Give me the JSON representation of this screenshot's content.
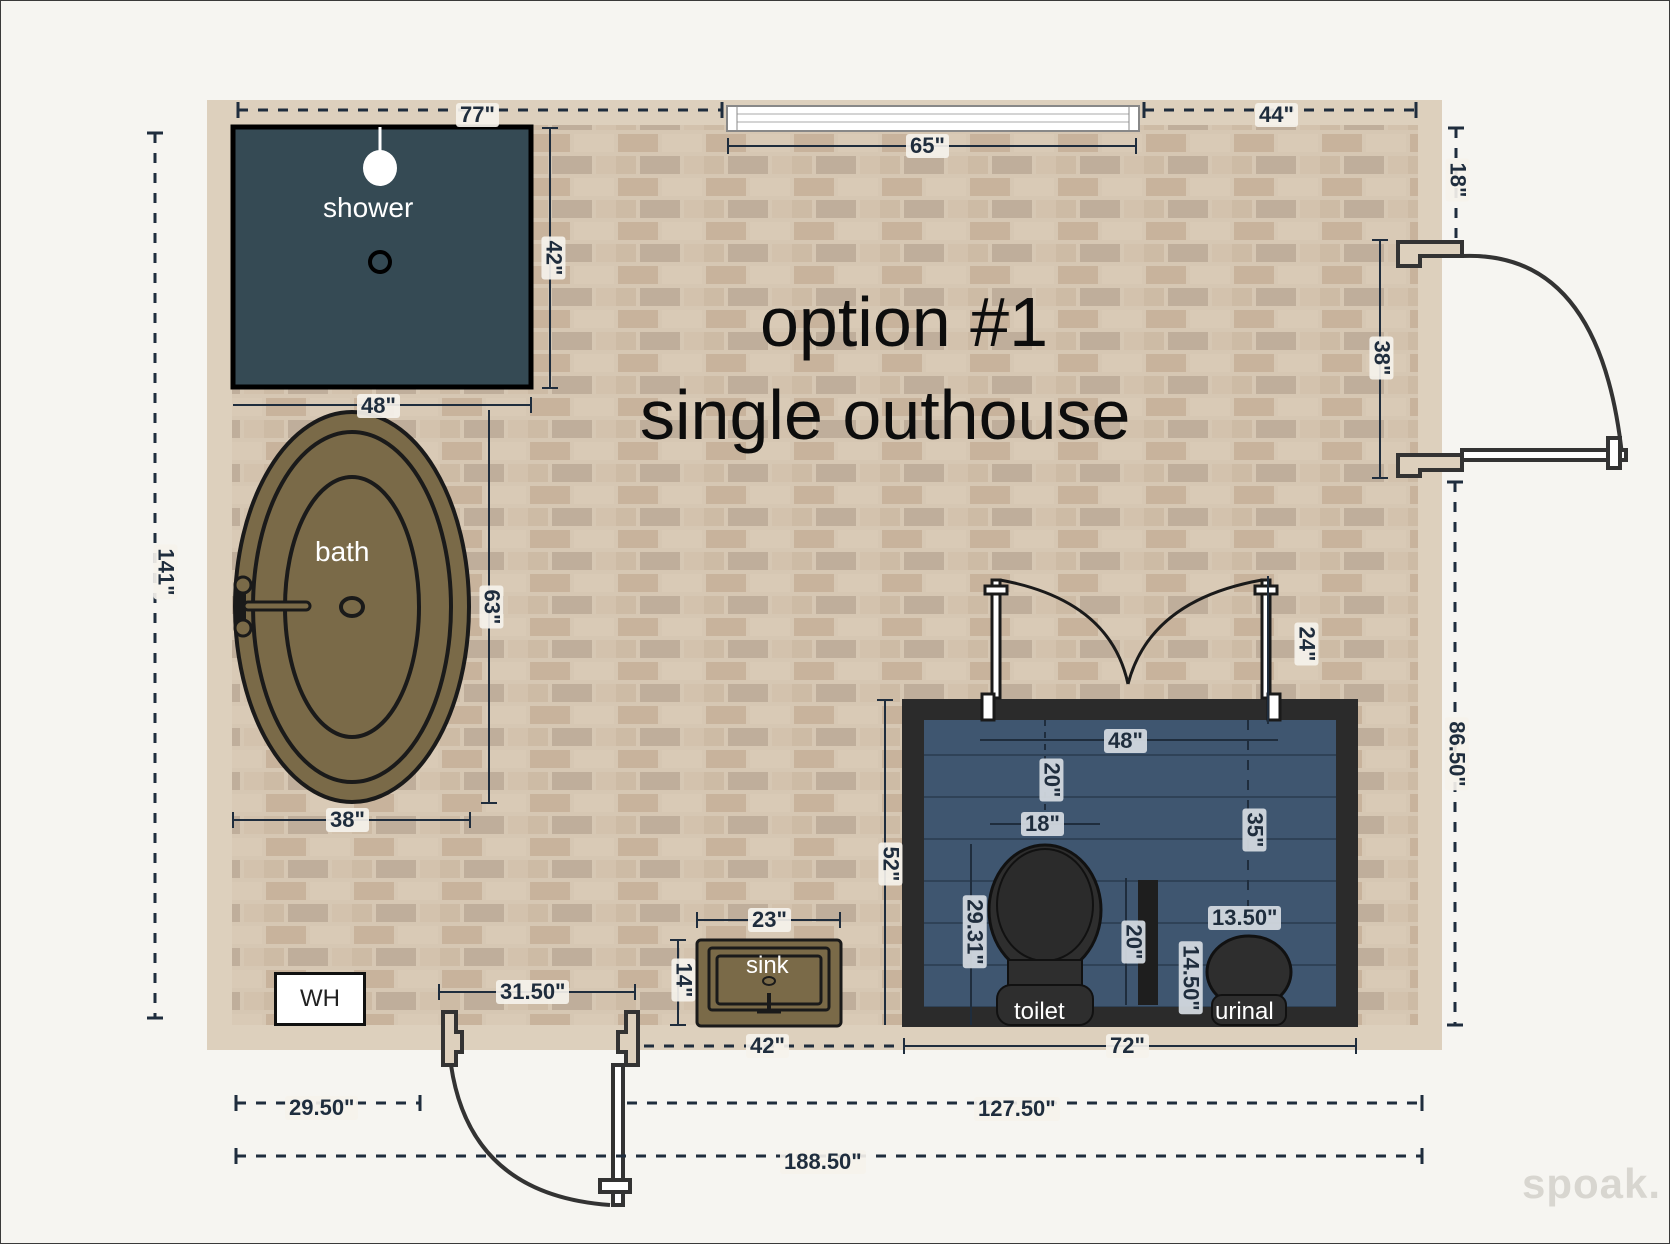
{
  "plan": {
    "title_line1": "option #1",
    "title_line2": "single outhouse",
    "colors": {
      "background": "#f6f5f1",
      "wall": "#ddd0bd",
      "brick": "#c9b8a4",
      "shower": "#354a54",
      "bath": "#7a6a48",
      "stall_floor": "#3f5670",
      "stall_wall": "#2b2b2b",
      "dimension": "#1f2d3d"
    }
  },
  "fixtures": {
    "shower": "shower",
    "bath": "bath",
    "sink": "sink",
    "toilet": "toilet",
    "urinal": "urinal",
    "water_heater": "WH"
  },
  "dimensions": {
    "top_left": "77\"",
    "window": "65\"",
    "top_right": "44\"",
    "right_top": "18\"",
    "door_right": "38\"",
    "right_lower": "86.50\"",
    "left_total": "141\"",
    "shower_depth": "42\"",
    "shower_width": "48\"",
    "bath_length": "63\"",
    "bath_width": "38\"",
    "stall_inner_width": "48\"",
    "stall_top_gap": "20\"",
    "toilet_width": "18\"",
    "urinal_clear": "35\"",
    "toilet_depth": "29.31\"",
    "partition": "20\"",
    "urinal_width": "13.50\"",
    "urinal_depth": "14.50\"",
    "stall_depth": "52\"",
    "stall_door_gap": "24\"",
    "sink_width": "23\"",
    "sink_depth": "14\"",
    "front_door": "31.50\"",
    "sink_to_stall": "42\"",
    "stall_width": "72\"",
    "bottom_left": "29.50\"",
    "bottom_right": "127.50\"",
    "bottom_total": "188.50\""
  },
  "brand": {
    "logo": "spoak."
  }
}
